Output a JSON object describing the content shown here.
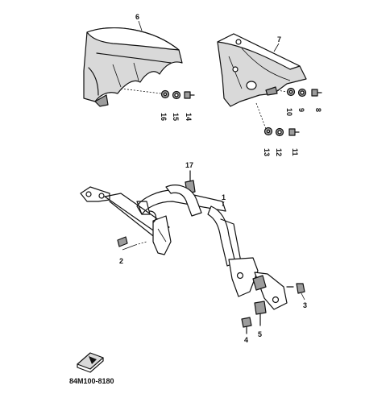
{
  "diagram": {
    "code": "84M100-8180",
    "callouts": {
      "p1": "1",
      "p2": "2",
      "p3": "3",
      "p4": "4",
      "p5": "5",
      "p6": "6",
      "p7": "7",
      "p8": "8",
      "p9": "9",
      "p10": "10",
      "p11": "11",
      "p12": "12",
      "p13": "13",
      "p14": "14",
      "p15": "15",
      "p16": "16",
      "p17": "17"
    }
  }
}
